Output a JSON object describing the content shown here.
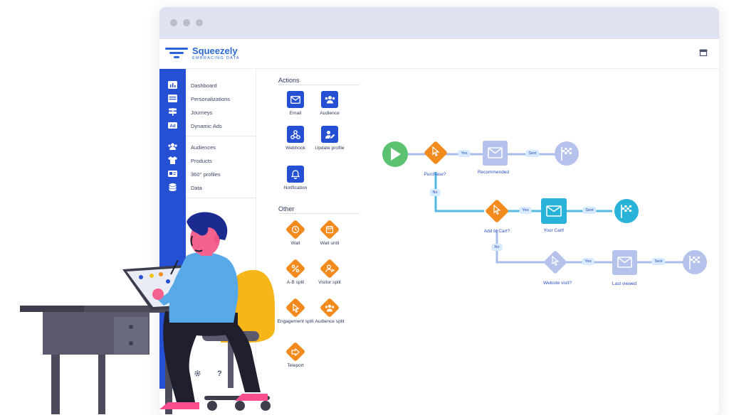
{
  "app": {
    "brand_name": "Squeezely",
    "brand_tagline": "EMBRACING DATA"
  },
  "sidebar": {
    "rail_icons": [
      "bar-chart-icon",
      "window-icon",
      "signpost-icon",
      "ad-icon",
      "users-icon",
      "tshirt-icon",
      "id-card-icon",
      "database-icon"
    ],
    "groups": [
      {
        "items": [
          {
            "label": "Dashboard"
          },
          {
            "label": "Personalizations"
          },
          {
            "label": "Journeys",
            "active": true
          },
          {
            "label": "Dynamic Ads"
          }
        ]
      },
      {
        "items": [
          {
            "label": "Audiences"
          },
          {
            "label": "Products"
          },
          {
            "label": "360° profiles"
          },
          {
            "label": "Data"
          }
        ]
      }
    ],
    "footer_icons": [
      "gear-icon",
      "help-icon"
    ],
    "footer_help_glyph": "?"
  },
  "palette": {
    "actions_title": "Actions",
    "actions": [
      {
        "label": "Email",
        "icon": "email-icon"
      },
      {
        "label": "Audience",
        "icon": "users-icon"
      },
      {
        "label": "Webhook",
        "icon": "webhook-icon"
      },
      {
        "label": "Update profile",
        "icon": "edit-user-icon"
      },
      {
        "label": "Notification",
        "icon": "bell-icon"
      }
    ],
    "other_title": "Other",
    "other": [
      {
        "label": "Wait",
        "icon": "clock-icon"
      },
      {
        "label": "Wait until",
        "icon": "calendar-icon"
      },
      {
        "label": "A-B split",
        "icon": "percent-icon"
      },
      {
        "label": "Visitor split",
        "icon": "visitor-icon"
      },
      {
        "label": "Engagement split",
        "icon": "cursor-icon"
      },
      {
        "label": "Audience split",
        "icon": "users-icon"
      },
      {
        "label": "Teleport",
        "icon": "teleport-icon"
      }
    ]
  },
  "flow": {
    "nodes": {
      "purchase": "Purchase?",
      "recommended": "Recommended",
      "add_to_cart": "Add to Cart?",
      "your_cart": "Your Cart!",
      "website_visit": "Website visit?",
      "last_viewed": "Last viewed"
    },
    "edges": {
      "yes": "Yes",
      "no": "No",
      "sent": "Sent"
    }
  },
  "colors": {
    "primary": "#2650d4",
    "orange": "#f28a1d",
    "green": "#5cc272",
    "teal": "#2ab3d9",
    "muted": "#b5c2ec",
    "line": "#a9bce9",
    "active_line": "#55b8e0"
  }
}
